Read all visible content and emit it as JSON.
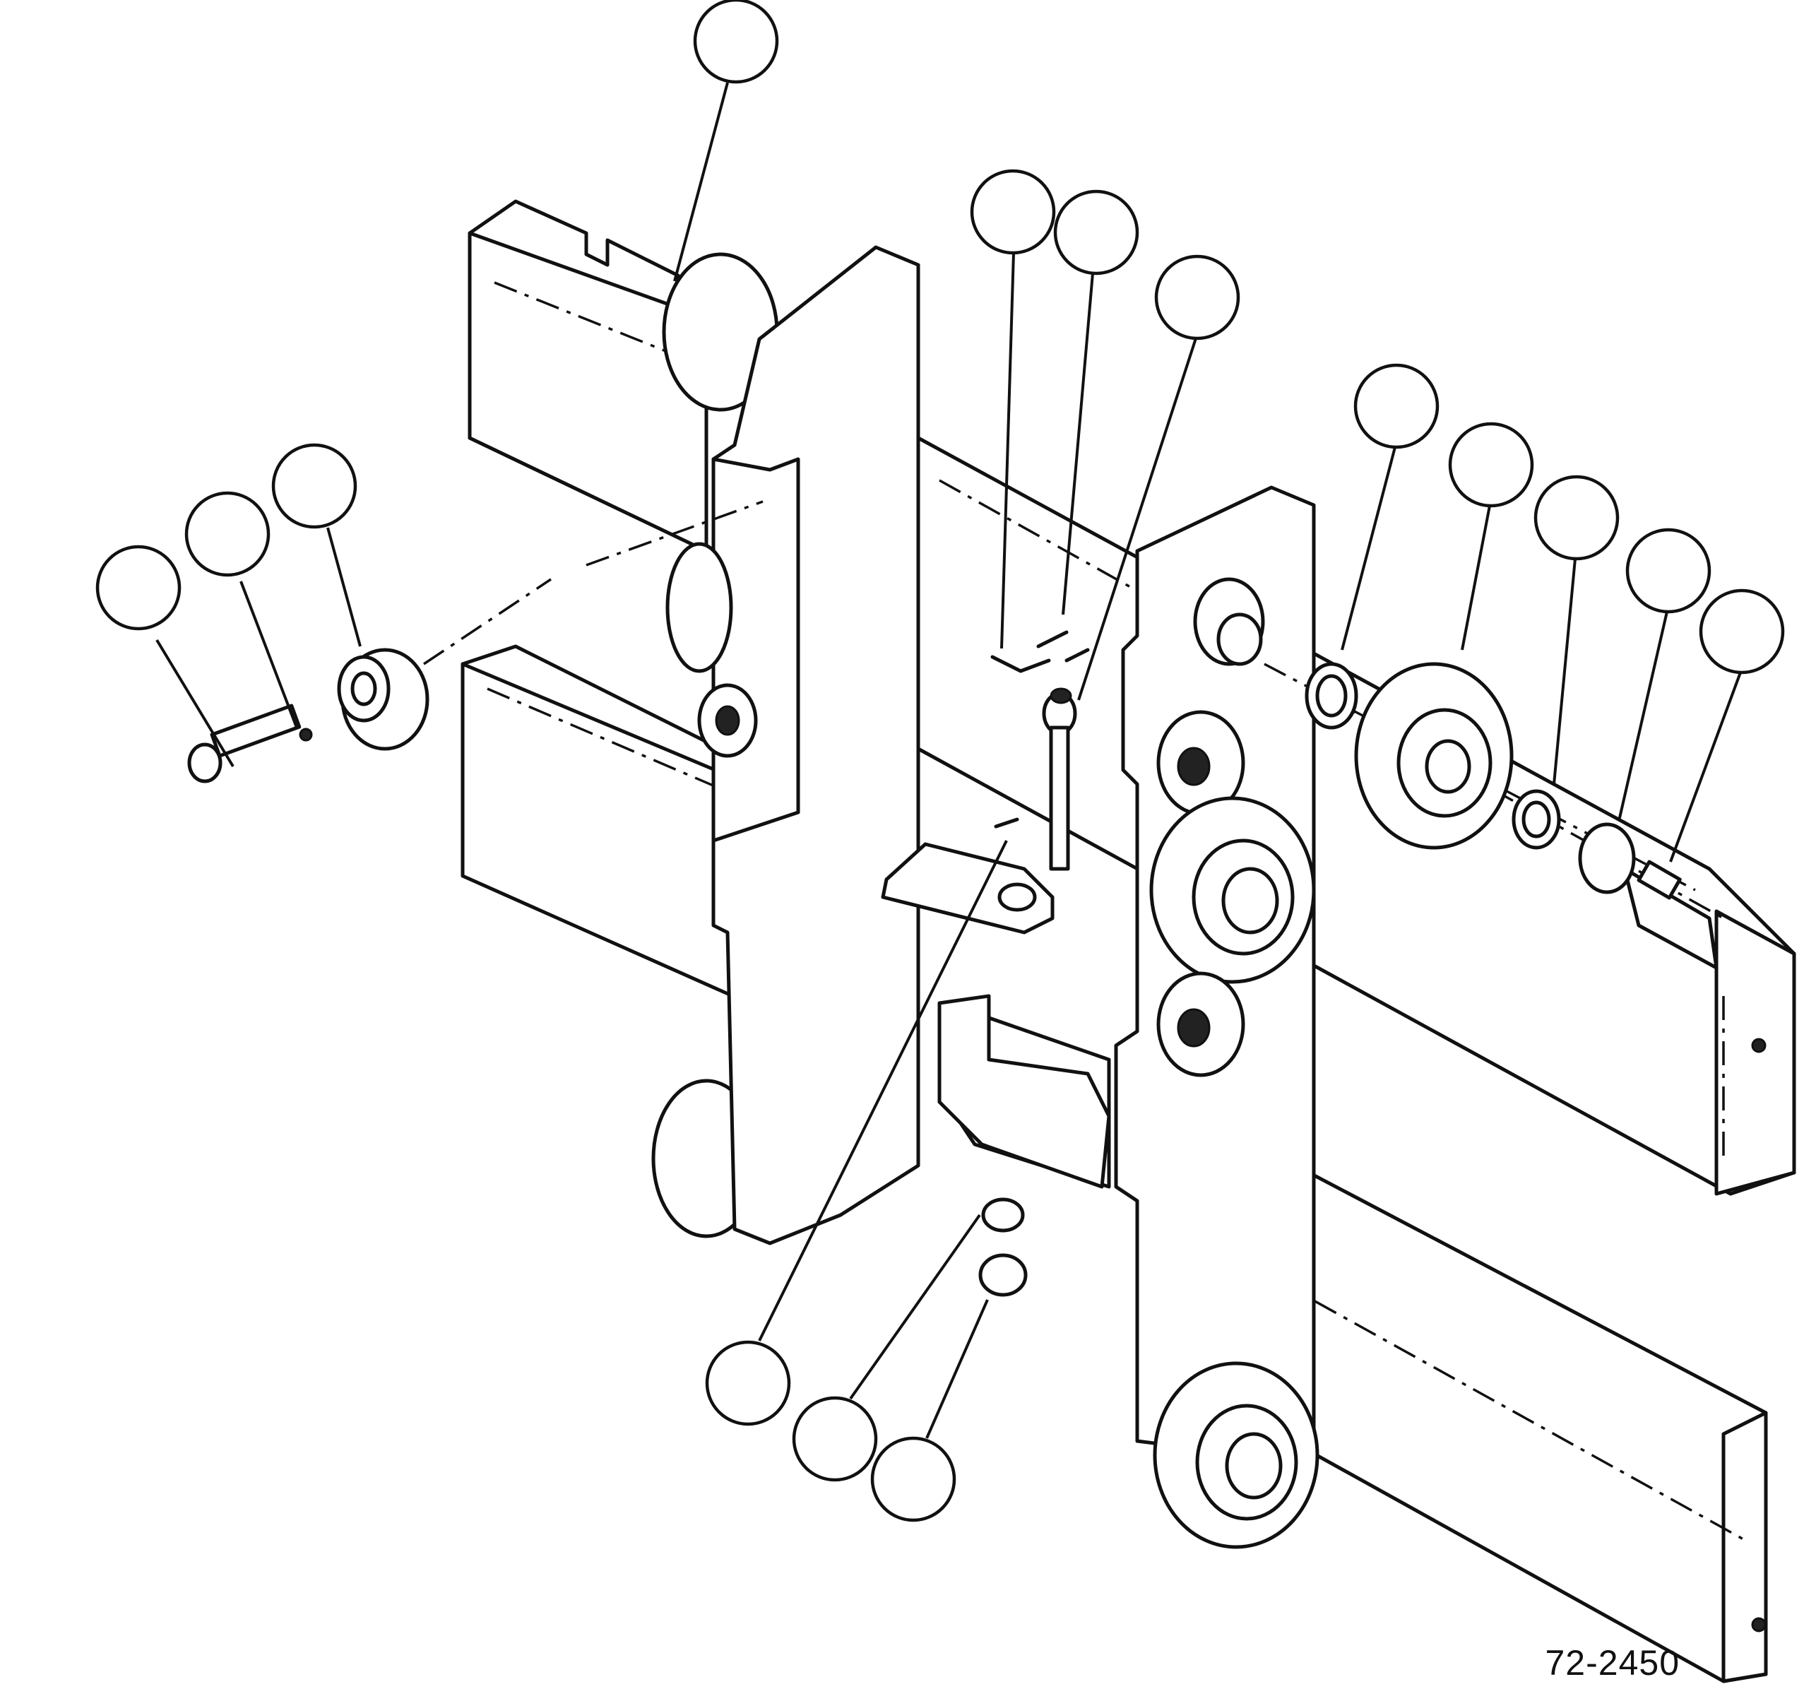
{
  "figure": {
    "number": "72-2450",
    "balloons": [
      {
        "id": "balloon-top-frame",
        "label": ""
      },
      {
        "id": "balloon-pin",
        "label": ""
      },
      {
        "id": "balloon-spring",
        "label": ""
      },
      {
        "id": "balloon-stud",
        "label": ""
      },
      {
        "id": "balloon-ring",
        "label": ""
      },
      {
        "id": "balloon-roller-right",
        "label": ""
      },
      {
        "id": "balloon-washer",
        "label": ""
      },
      {
        "id": "balloon-retainer",
        "label": ""
      },
      {
        "id": "balloon-key",
        "label": ""
      },
      {
        "id": "balloon-bolt",
        "label": ""
      },
      {
        "id": "balloon-lockwasher",
        "label": ""
      },
      {
        "id": "balloon-roller-left",
        "label": ""
      },
      {
        "id": "balloon-plate",
        "label": ""
      },
      {
        "id": "balloon-nut",
        "label": ""
      },
      {
        "id": "balloon-spacer",
        "label": ""
      }
    ]
  }
}
